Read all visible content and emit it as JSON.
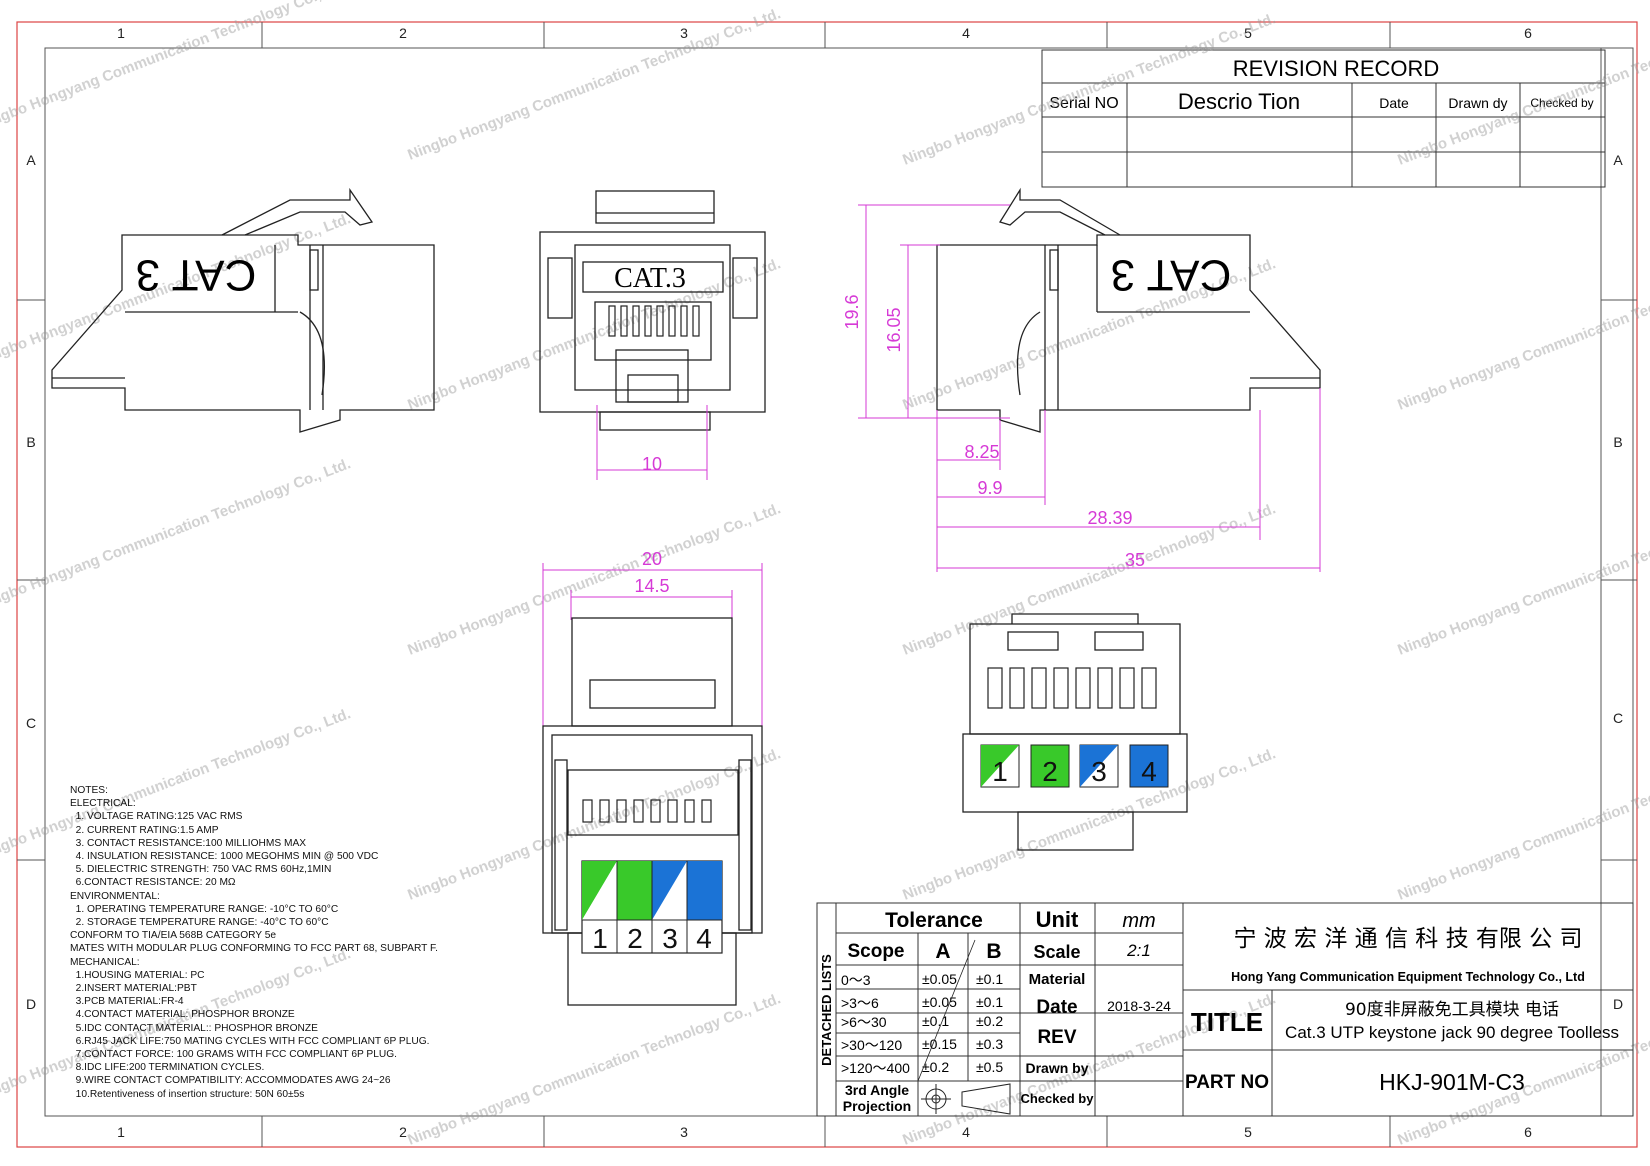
{
  "sheet": {
    "columns": [
      "1",
      "2",
      "3",
      "4",
      "5",
      "6"
    ],
    "rows": [
      "A",
      "B",
      "C",
      "D"
    ],
    "watermark": "Ningbo Hongyang Communication Technology Co., Ltd."
  },
  "revision_record": {
    "title": "REVISION RECORD",
    "headers": [
      "Serial NO",
      "Descrio Tion",
      "Date",
      "Drawn dy",
      "Checked by"
    ]
  },
  "side_view_label": "CAT 3",
  "front_view_label": "CAT.3",
  "dimensions": {
    "d10": "10",
    "d19_6": "19.6",
    "d16_05": "16.05",
    "d8_25": "8.25",
    "d9_9": "9.9",
    "d28_39": "28.39",
    "d35": "35",
    "d20": "20",
    "d14_5": "14.5"
  },
  "pin_labels": [
    "1",
    "2",
    "3",
    "4"
  ],
  "colors": {
    "dimension": "#d63ad6",
    "green": "#39c92a",
    "blue": "#1b73d6",
    "frame_red": "#d44"
  },
  "notes": {
    "lines": [
      "NOTES:",
      "ELECTRICAL:",
      "  1. VOLTAGE RATING:125 VAC RMS",
      "  2. CURRENT RATING:1.5 AMP",
      "  3. CONTACT RESISTANCE:100 MILLIOHMS MAX",
      "  4. INSULATION RESISTANCE: 1000 MEGOHMS MIN @ 500 VDC",
      "  5. DIELECTRIC STRENGTH: 750 VAC RMS 60Hz,1MIN",
      "  6.CONTACT RESISTANCE: 20 MΩ",
      "ENVIRONMENTAL:",
      "  1. OPERATING TEMPERATURE RANGE: -10°C TO 60°C",
      "  2. STORAGE TEMPERATURE RANGE: -40°C TO 60°C",
      "CONFORM TO TIA/EIA 568B CATEGORY 5e",
      "MATES WITH MODULAR PLUG CONFORMING TO FCC PART 68, SUBPART F.",
      "MECHANICAL:",
      "  1.HOUSING MATERIAL: PC",
      "  2.INSERT MATERIAL:PBT",
      "  3.PCB MATERIAL:FR-4",
      "  4.CONTACT MATERIAL: PHOSPHOR BRONZE",
      "  5.IDC CONTACT MATERIAL:: PHOSPHOR BRONZE",
      "  6.RJ45 JACK LIFE:750 MATING CYCLES WITH FCC COMPLIANT 6P PLUG.",
      "  7.CONTACT FORCE: 100 GRAMS WITH FCC COMPLIANT 6P PLUG.",
      "  8.IDC LIFE:200 TERMINATION CYCLES.",
      "  9.WIRE CONTACT COMPATIBILITY: ACCOMMODATES AWG 24~26",
      "  10.Retentiveness of insertion structure: 50N 60±5s"
    ]
  },
  "title_block": {
    "detached_lists": "DETACHED LISTS",
    "tolerance": "Tolerance",
    "scope": "Scope",
    "col_a": "A",
    "col_b": "B",
    "tolerance_rows": [
      {
        "scope": "0～3",
        "a": "±0.05",
        "b": "±0.1"
      },
      {
        "scope": ">3～6",
        "a": "±0.05",
        "b": "±0.1"
      },
      {
        "scope": ">6～30",
        "a": "±0.1",
        "b": "±0.2"
      },
      {
        "scope": ">30～120",
        "a": "±0.15",
        "b": "±0.3"
      },
      {
        "scope": ">120～400",
        "a": "±0.2",
        "b": "±0.5"
      }
    ],
    "projection_line1": "3rd Angle",
    "projection_line2": "Projection",
    "unit_label": "Unit",
    "unit_value": "mm",
    "scale_label": "Scale",
    "scale_value": "2:1",
    "material_label": "Material",
    "date_label": "Date",
    "date_value": "2018-3-24",
    "rev_label": "REV",
    "drawn_by_label": "Drawn by",
    "checked_by_label": "Checked by",
    "company_cn": "宁 波 宏 洋 通 信 科 技 有限 公 司",
    "company_en": "Hong Yang Communication Equipment Technology Co., Ltd",
    "title_label": "TITLE",
    "title_cn": "90度非屏蔽免工具模块 电话",
    "title_en": "Cat.3 UTP keystone jack 90 degree Toolless",
    "part_no_label": "PART NO",
    "part_no": "HKJ-901M-C3"
  }
}
